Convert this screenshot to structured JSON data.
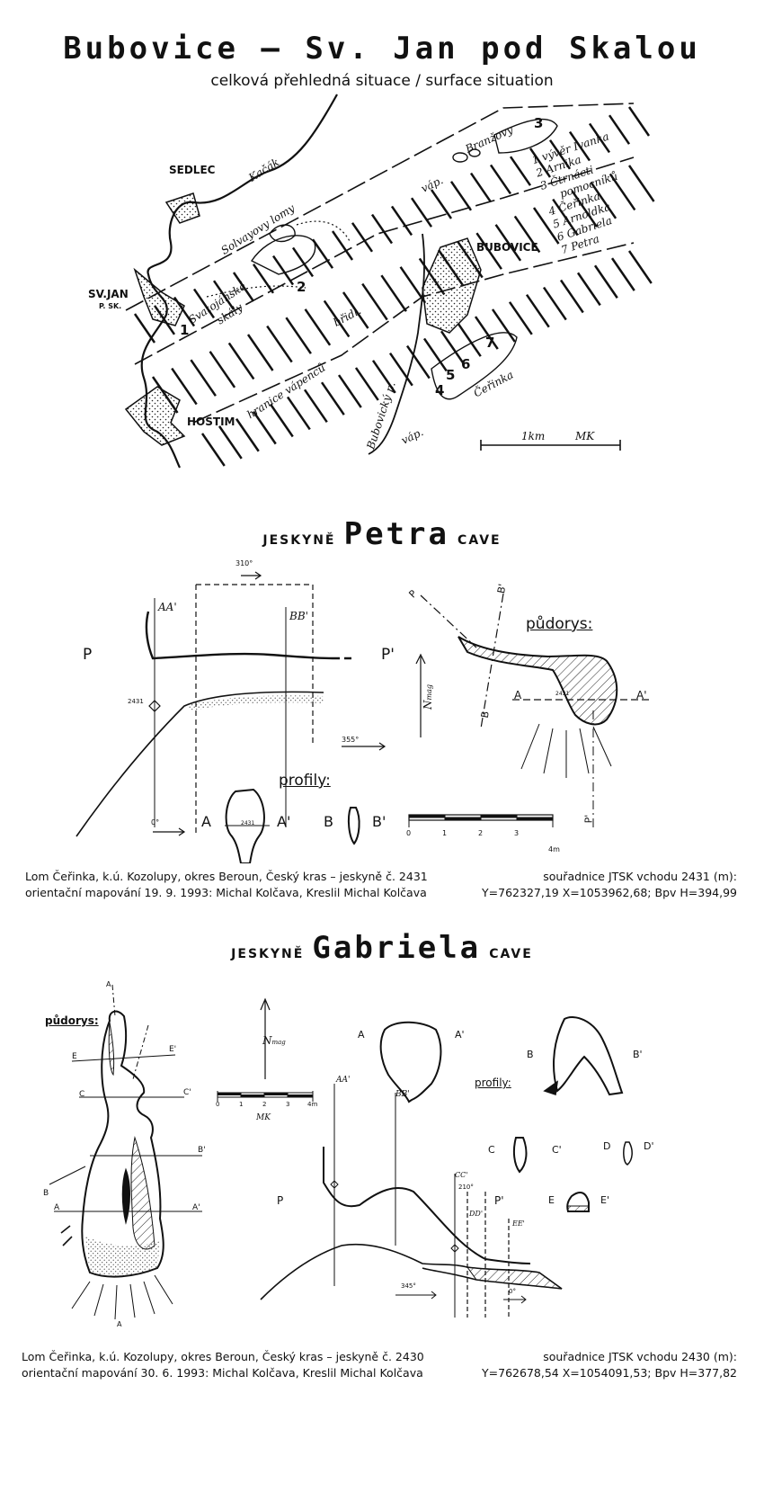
{
  "header": {
    "title": "Bubovice — Sv. Jan pod Skalou",
    "subtitle": "celková přehledná situace / surface situation"
  },
  "overview_map": {
    "places": {
      "sedlec": "SEDLEC",
      "svjan": "SV.JAN",
      "svjan_sub": "P. SK.",
      "hostim": "HOSTIM",
      "bubovice": "BUBOVICE"
    },
    "features": {
      "kacak": "Kačák",
      "solvayovy": "Solvayovy lomy",
      "svatojanske": "Svatojánské",
      "skaly": "skály",
      "branzovy": "Branžovy",
      "vap1": "váp.",
      "vap2": "váp.",
      "bridl": "břidl.",
      "hranice": "hranice vápenců",
      "bubovicky": "Bubovický p.",
      "cerinka": "Čeřinka"
    },
    "legend": [
      "1 vývěr Ivanka",
      "2 Arnika",
      "3 Čtrnácti",
      "pomocníků",
      "4 Čeřinka",
      "5 Arnoldka",
      "6 Gabriela",
      "7 Petra"
    ],
    "markers": [
      "1",
      "2",
      "3",
      "4",
      "5",
      "6",
      "7"
    ],
    "scale": "1km",
    "signature": "MK"
  },
  "petra": {
    "head_pre": "JESKYNĚ",
    "head_name": "Petra",
    "head_post": "CAVE",
    "section_labels": {
      "p": "P",
      "p2": "P'",
      "aa": "AA'",
      "bb": "BB'",
      "station": "2431",
      "dir_top": "310°",
      "dir_right": "355°",
      "dir_bottom": "0°"
    },
    "plan_label": "půdorys:",
    "profiles_label": "profily:",
    "north": "N",
    "north_sub": "mag",
    "plan_points": {
      "a": "A",
      "a2": "A'",
      "b": "B",
      "b2": "B'",
      "p": "P",
      "p2": "P'",
      "station": "2431"
    },
    "profiles": {
      "a": "A",
      "a2": "A'",
      "b": "B",
      "b2": "B'",
      "station": "2431"
    },
    "scale_ticks": [
      "0",
      "1",
      "2",
      "3",
      "4m"
    ],
    "footer_left": [
      "Lom Čeřinka, k.ú. Kozolupy, okres Beroun, Český kras – jeskyně č. 2431",
      "orientační mapování 19. 9. 1993: Michal Kolčava, Kreslil Michal Kolčava"
    ],
    "footer_right": [
      "souřadnice JTSK vchodu 2431 (m):",
      "Y=762327,19 X=1053962,68; Bpv H=394,99"
    ]
  },
  "gabriela": {
    "head_pre": "JESKYNĚ",
    "head_name": "Gabriela",
    "head_post": "CAVE",
    "plan_label": "půdorys:",
    "profiles_label": "profily:",
    "north": "N",
    "north_sub": "mag",
    "plan_points": {
      "a": "A",
      "a2": "A'",
      "b": "B",
      "b2": "B'",
      "c": "C",
      "c2": "C'",
      "e": "E",
      "e2": "E'",
      "top": "A",
      "bot": "A"
    },
    "scale_ticks": [
      "0",
      "1",
      "2",
      "3",
      "4m"
    ],
    "scale_signature": "MK",
    "section_labels": {
      "p": "P",
      "p2": "P'",
      "aa": "AA'",
      "bb": "BB'",
      "cc": "CC'",
      "dd": "DD'",
      "ee": "EE'",
      "dir1": "345°",
      "dir2": "210°",
      "dir3": "0°"
    },
    "profiles": {
      "a": "A",
      "a2": "A'",
      "b": "B",
      "b2": "B'",
      "c": "C",
      "c2": "C'",
      "d": "D",
      "d2": "D'",
      "e": "E",
      "e2": "E'"
    },
    "footer_left": [
      "Lom Čeřinka, k.ú. Kozolupy, okres Beroun, Český kras – jeskyně č. 2430",
      "orientační mapování 30. 6. 1993: Michal Kolčava, Kreslil Michal Kolčava"
    ],
    "footer_right": [
      "souřadnice JTSK vchodu 2430 (m):",
      "Y=762678,54 X=1054091,53; Bpv H=377,82"
    ]
  }
}
